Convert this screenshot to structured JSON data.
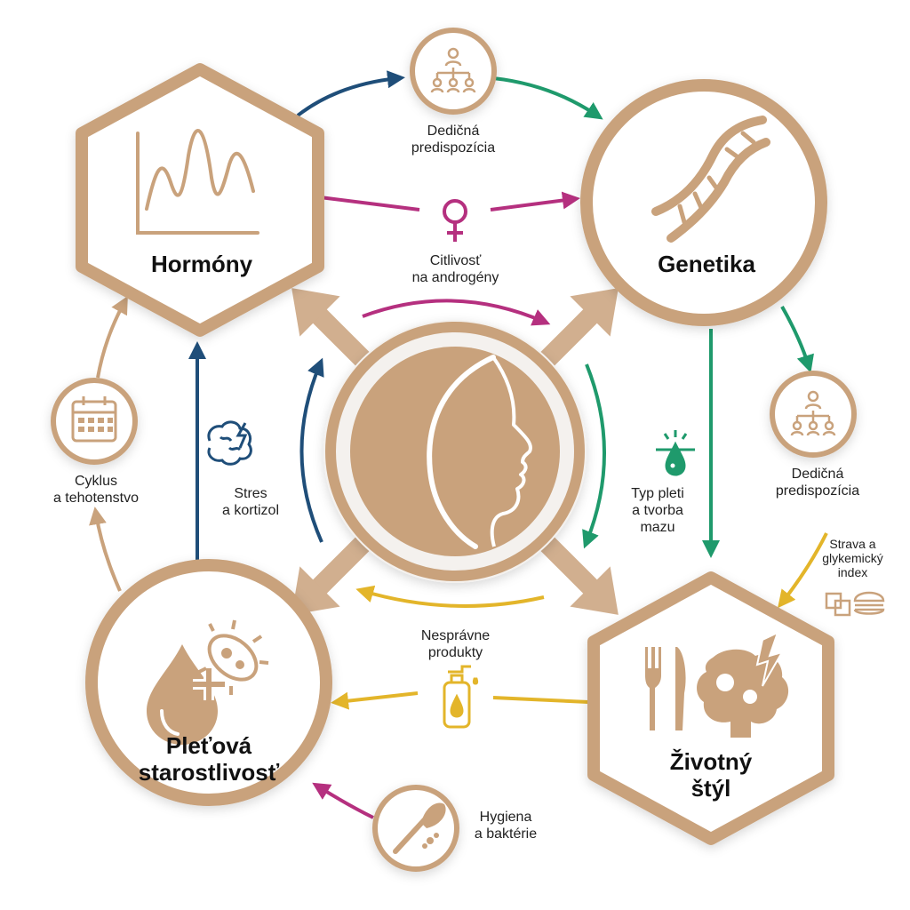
{
  "colors": {
    "tan": "#c9a27c",
    "tan_dark": "#a9805a",
    "navy": "#1f4e79",
    "magenta": "#b5307f",
    "green": "#1f9a6c",
    "gold": "#e3b52a",
    "ring_bg": "#f4f1ee"
  },
  "nodes": {
    "hormones": {
      "label": "Hormóny",
      "icon": "hormone-wave-chart-icon"
    },
    "genetics": {
      "label": "Genetika",
      "icon": "dna-helix-icon"
    },
    "skincare": {
      "line1": "Pleťová",
      "line2": "starostlivosť",
      "icon": "drop-bacteria-icon"
    },
    "lifestyle": {
      "line1": "Životný",
      "line2": "štýl",
      "icon": "fork-knife-brain-icon"
    },
    "center": {
      "icon": "woman-profile-icon"
    }
  },
  "factors": {
    "heredity_top": {
      "line1": "Dedičná",
      "line2": "predispozícia",
      "icon": "family-tree-icon"
    },
    "androgen": {
      "line1": "Citlivosť",
      "line2": "na androgény",
      "icon": "female-symbol-icon"
    },
    "heredity_right": {
      "line1": "Dedičná",
      "line2": "predispozícia",
      "icon": "family-tree-icon"
    },
    "skin_type": {
      "line1": "Typ pleti",
      "line2": "a tvorba",
      "line3": "mazu",
      "icon": "sebaceous-drop-icon"
    },
    "diet": {
      "line1": "Strava a",
      "line2": "glykemický",
      "line3": "index",
      "icon": "sugar-burger-icon"
    },
    "products": {
      "line1": "Nesprávne",
      "line2": "produkty",
      "icon": "pump-bottle-icon"
    },
    "hygiene": {
      "line1": "Hygiena",
      "line2": "a baktérie",
      "icon": "brush-icon"
    },
    "stress": {
      "line1": "Stres",
      "line2": "a kortizol",
      "icon": "brain-lightning-icon"
    },
    "cycle": {
      "line1": "Cyklus",
      "line2": "a tehotenstvo",
      "icon": "calendar-icon"
    }
  }
}
